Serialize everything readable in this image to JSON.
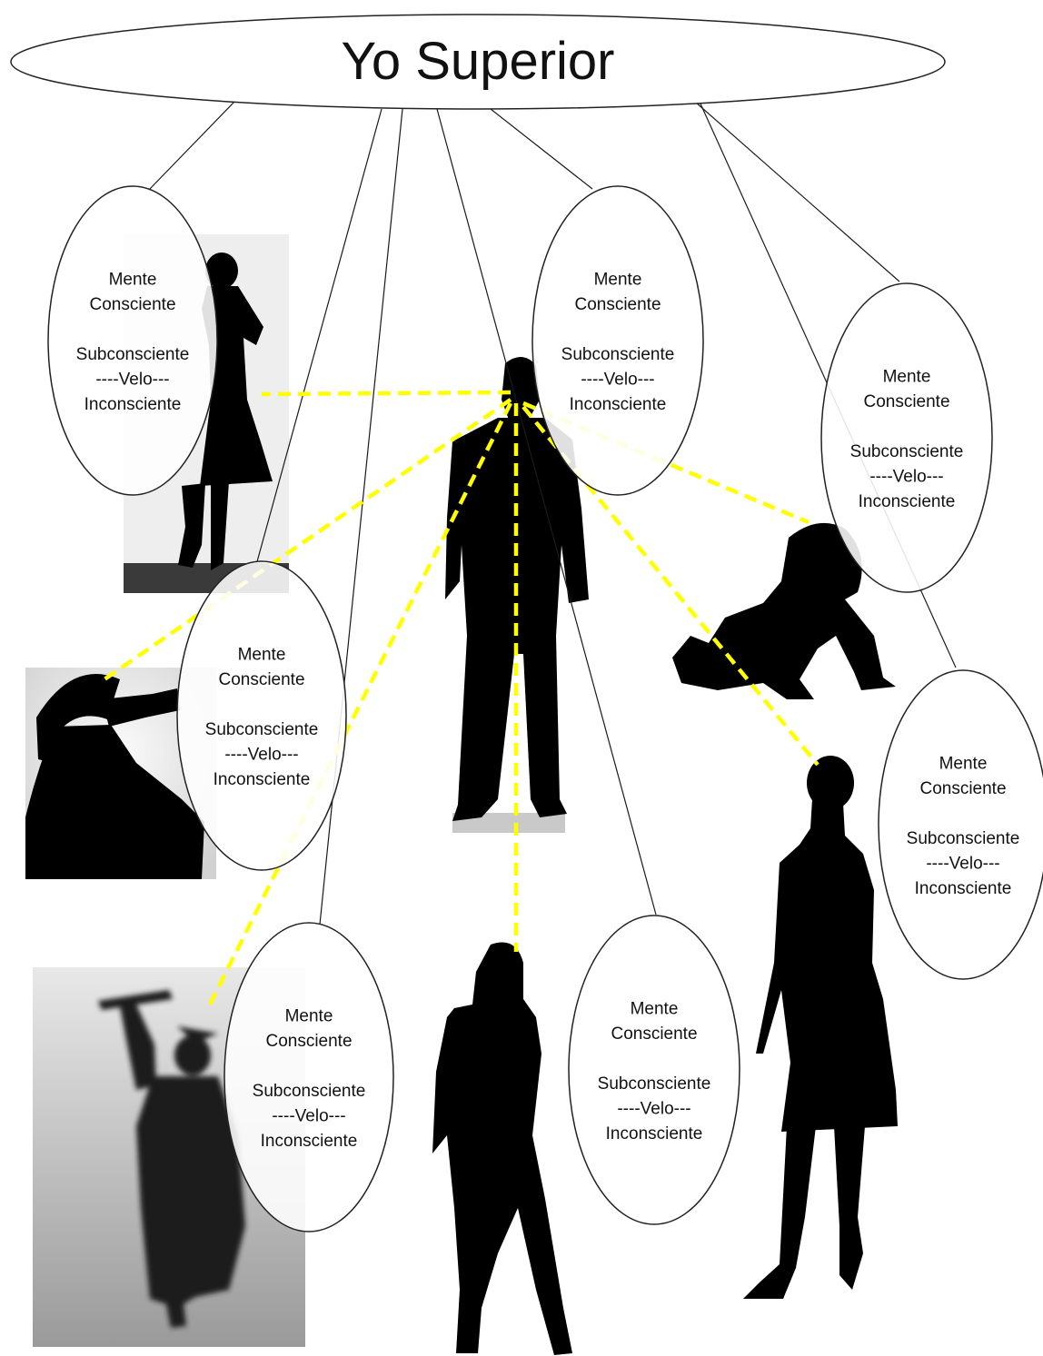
{
  "diagram": {
    "top": {
      "label": "Yo Superior"
    },
    "minds": [
      {
        "id": "mind-1",
        "lines": [
          "Mente",
          "Consciente",
          "",
          "Subconsciente",
          "----Velo---",
          "Inconsciente"
        ]
      },
      {
        "id": "mind-2",
        "lines": [
          "Mente",
          "Consciente",
          "",
          "Subconsciente",
          "----Velo---",
          "Inconsciente"
        ]
      },
      {
        "id": "mind-3",
        "lines": [
          "Mente",
          "Consciente",
          "",
          "Subconsciente",
          "----Velo---",
          "Inconsciente"
        ]
      },
      {
        "id": "mind-4",
        "lines": [
          "Mente",
          "Consciente",
          "",
          "Subconsciente",
          "----Velo---",
          "Inconsciente"
        ]
      },
      {
        "id": "mind-5",
        "lines": [
          "Mente",
          "Consciente",
          "",
          "Subconsciente",
          "----Velo---",
          "Inconsciente"
        ]
      },
      {
        "id": "mind-6",
        "lines": [
          "Mente",
          "Consciente",
          "",
          "Subconsciente",
          "----Velo---",
          "Inconsciente"
        ]
      },
      {
        "id": "mind-7",
        "lines": [
          "Mente",
          "Consciente",
          "",
          "Subconsciente",
          "----Velo---",
          "Inconsciente"
        ]
      }
    ],
    "figures": [
      {
        "id": "silhouette-woman-phone"
      },
      {
        "id": "silhouette-man-drinking"
      },
      {
        "id": "silhouette-graduate"
      },
      {
        "id": "silhouette-man-suit"
      },
      {
        "id": "silhouette-woman-posing"
      },
      {
        "id": "silhouette-baby-crawling"
      },
      {
        "id": "silhouette-woman-dress"
      }
    ],
    "colors": {
      "connector_solid": "#1a1a1a",
      "connector_dashed": "#ffff00",
      "silhouette": "#000000",
      "oval_fill": "#ffffff",
      "oval_stroke": "#222222"
    }
  }
}
